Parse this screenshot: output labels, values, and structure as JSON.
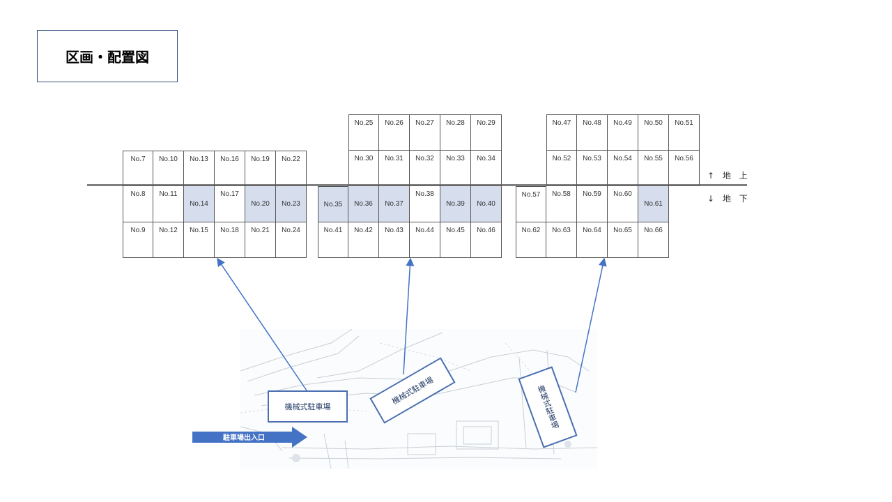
{
  "title": "区画・配置図",
  "levels": {
    "above": "↑ 地 上",
    "below": "↓ 地 下"
  },
  "colors": {
    "highlight": "#d6deee",
    "accent": "#4472c4",
    "grid_line": "#555555"
  },
  "blocks": [
    {
      "cells": [
        {
          "label": "No.7",
          "row": 1,
          "col": 0
        },
        {
          "label": "No.10",
          "row": 1,
          "col": 1
        },
        {
          "label": "No.13",
          "row": 1,
          "col": 2
        },
        {
          "label": "No.16",
          "row": 1,
          "col": 3
        },
        {
          "label": "No.19",
          "row": 1,
          "col": 4
        },
        {
          "label": "No.22",
          "row": 1,
          "col": 5
        },
        {
          "label": "No.8",
          "row": 2,
          "col": 0
        },
        {
          "label": "No.11",
          "row": 2,
          "col": 1
        },
        {
          "label": "No.14",
          "row": 2,
          "col": 2,
          "highlight": true
        },
        {
          "label": "No.17",
          "row": 2,
          "col": 3
        },
        {
          "label": "No.20",
          "row": 2,
          "col": 4,
          "highlight": true
        },
        {
          "label": "No.23",
          "row": 2,
          "col": 5,
          "highlight": true
        },
        {
          "label": "No.9",
          "row": 3,
          "col": 0
        },
        {
          "label": "No.12",
          "row": 3,
          "col": 1
        },
        {
          "label": "No.15",
          "row": 3,
          "col": 2
        },
        {
          "label": "No.18",
          "row": 3,
          "col": 3
        },
        {
          "label": "No.21",
          "row": 3,
          "col": 4
        },
        {
          "label": "No.24",
          "row": 3,
          "col": 5
        }
      ]
    },
    {
      "cells": [
        {
          "label": "No.25",
          "row": 0,
          "col": 1
        },
        {
          "label": "No.26",
          "row": 0,
          "col": 2
        },
        {
          "label": "No.27",
          "row": 0,
          "col": 3
        },
        {
          "label": "No.28",
          "row": 0,
          "col": 4
        },
        {
          "label": "No.29",
          "row": 0,
          "col": 5
        },
        {
          "label": "No.30",
          "row": 1,
          "col": 1
        },
        {
          "label": "No.31",
          "row": 1,
          "col": 2
        },
        {
          "label": "No.32",
          "row": 1,
          "col": 3
        },
        {
          "label": "No.33",
          "row": 1,
          "col": 4
        },
        {
          "label": "No.34",
          "row": 1,
          "col": 5
        },
        {
          "label": "No.35",
          "row": 2,
          "col": 0,
          "highlight": true
        },
        {
          "label": "No.36",
          "row": 2,
          "col": 1,
          "highlight": true
        },
        {
          "label": "No.37",
          "row": 2,
          "col": 2,
          "highlight": true
        },
        {
          "label": "No.38",
          "row": 2,
          "col": 3
        },
        {
          "label": "No.39",
          "row": 2,
          "col": 4,
          "highlight": true
        },
        {
          "label": "No.40",
          "row": 2,
          "col": 5,
          "highlight": true
        },
        {
          "label": "No.41",
          "row": 3,
          "col": 0
        },
        {
          "label": "No.42",
          "row": 3,
          "col": 1
        },
        {
          "label": "No.43",
          "row": 3,
          "col": 2
        },
        {
          "label": "No.44",
          "row": 3,
          "col": 3
        },
        {
          "label": "No.45",
          "row": 3,
          "col": 4
        },
        {
          "label": "No.46",
          "row": 3,
          "col": 5
        }
      ]
    },
    {
      "cells": [
        {
          "label": "No.47",
          "row": 0,
          "col": 1
        },
        {
          "label": "No.48",
          "row": 0,
          "col": 2
        },
        {
          "label": "No.49",
          "row": 0,
          "col": 3
        },
        {
          "label": "No.50",
          "row": 0,
          "col": 4
        },
        {
          "label": "No.51",
          "row": 0,
          "col": 5
        },
        {
          "label": "No.52",
          "row": 1,
          "col": 1
        },
        {
          "label": "No.53",
          "row": 1,
          "col": 2
        },
        {
          "label": "No.54",
          "row": 1,
          "col": 3
        },
        {
          "label": "No.55",
          "row": 1,
          "col": 4
        },
        {
          "label": "No.56",
          "row": 1,
          "col": 5
        },
        {
          "label": "No.57",
          "row": 2,
          "col": 0
        },
        {
          "label": "No.58",
          "row": 2,
          "col": 1
        },
        {
          "label": "No.59",
          "row": 2,
          "col": 2
        },
        {
          "label": "No.60",
          "row": 2,
          "col": 3
        },
        {
          "label": "No.61",
          "row": 2,
          "col": 4,
          "highlight": true
        },
        {
          "label": "No.62",
          "row": 3,
          "col": 0
        },
        {
          "label": "No.63",
          "row": 3,
          "col": 1
        },
        {
          "label": "No.64",
          "row": 3,
          "col": 2
        },
        {
          "label": "No.65",
          "row": 3,
          "col": 3
        },
        {
          "label": "No.66",
          "row": 3,
          "col": 4
        }
      ]
    }
  ],
  "map": {
    "parking_label": "機械式駐車場",
    "entrance_label": "駐車場出入口"
  }
}
